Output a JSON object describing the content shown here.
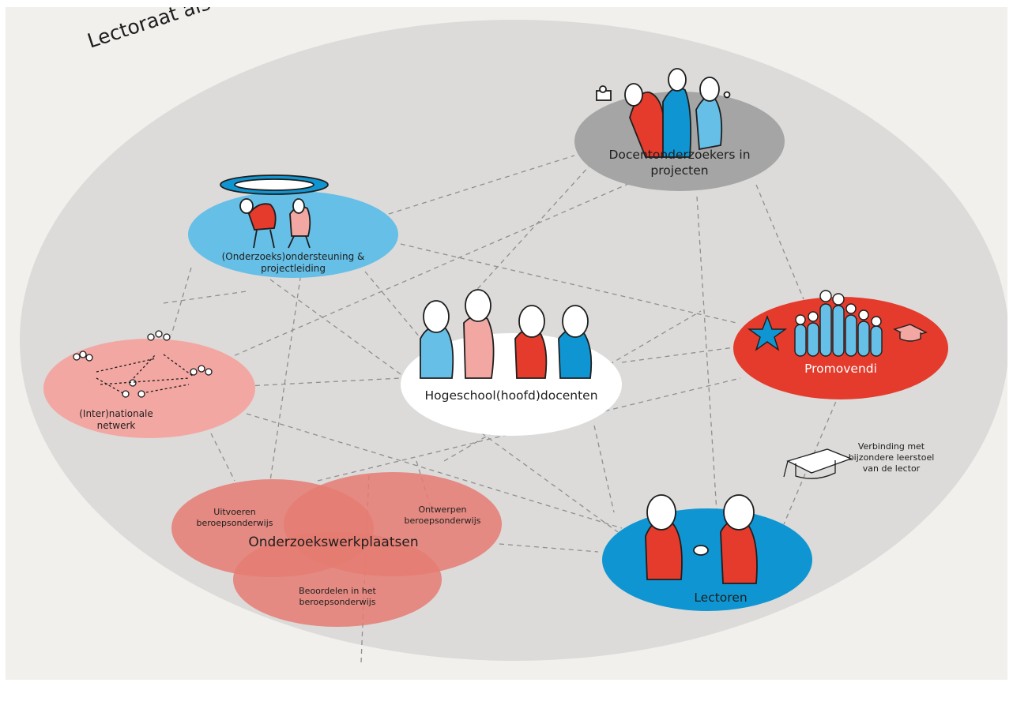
{
  "diagram": {
    "title": "Lectoraat als netwerk- en activiteitensysteem",
    "colors": {
      "background": "#f2f0ed",
      "system": "#dcdbda",
      "support": "#66bfe6",
      "docentonderzoekers": "#a4a5a4",
      "network": "#f3a7a2",
      "teachers": "#ffffff",
      "promovendi": "#e43b2c",
      "lectoren": "#0f96d2",
      "workshops": "#e57b72",
      "connector": "#8f8f8f"
    },
    "nodes": {
      "docentonderzoekers": "Docentonderzoekers in\nprojecten",
      "support": "(Onderzoeks)ondersteuning &\nprojectleiding",
      "network": "(Inter)nationale\nnetwerk",
      "teachers": "Hogeschool(hoofd)docenten",
      "promovendi": "Promovendi",
      "lectoren": "Lectoren",
      "chair": "Verbinding met\nbijzondere leerstoel\nvan de lector"
    },
    "workshops": {
      "title": "Onderzoekswerkplaatsen",
      "uitvoeren": "Uitvoeren\nberoepsonderwijs",
      "ontwerpen": "Ontwerpen\nberoepsonderwijs",
      "beoordelen": "Beoordelen in het\nberoepsonderwijs"
    }
  }
}
